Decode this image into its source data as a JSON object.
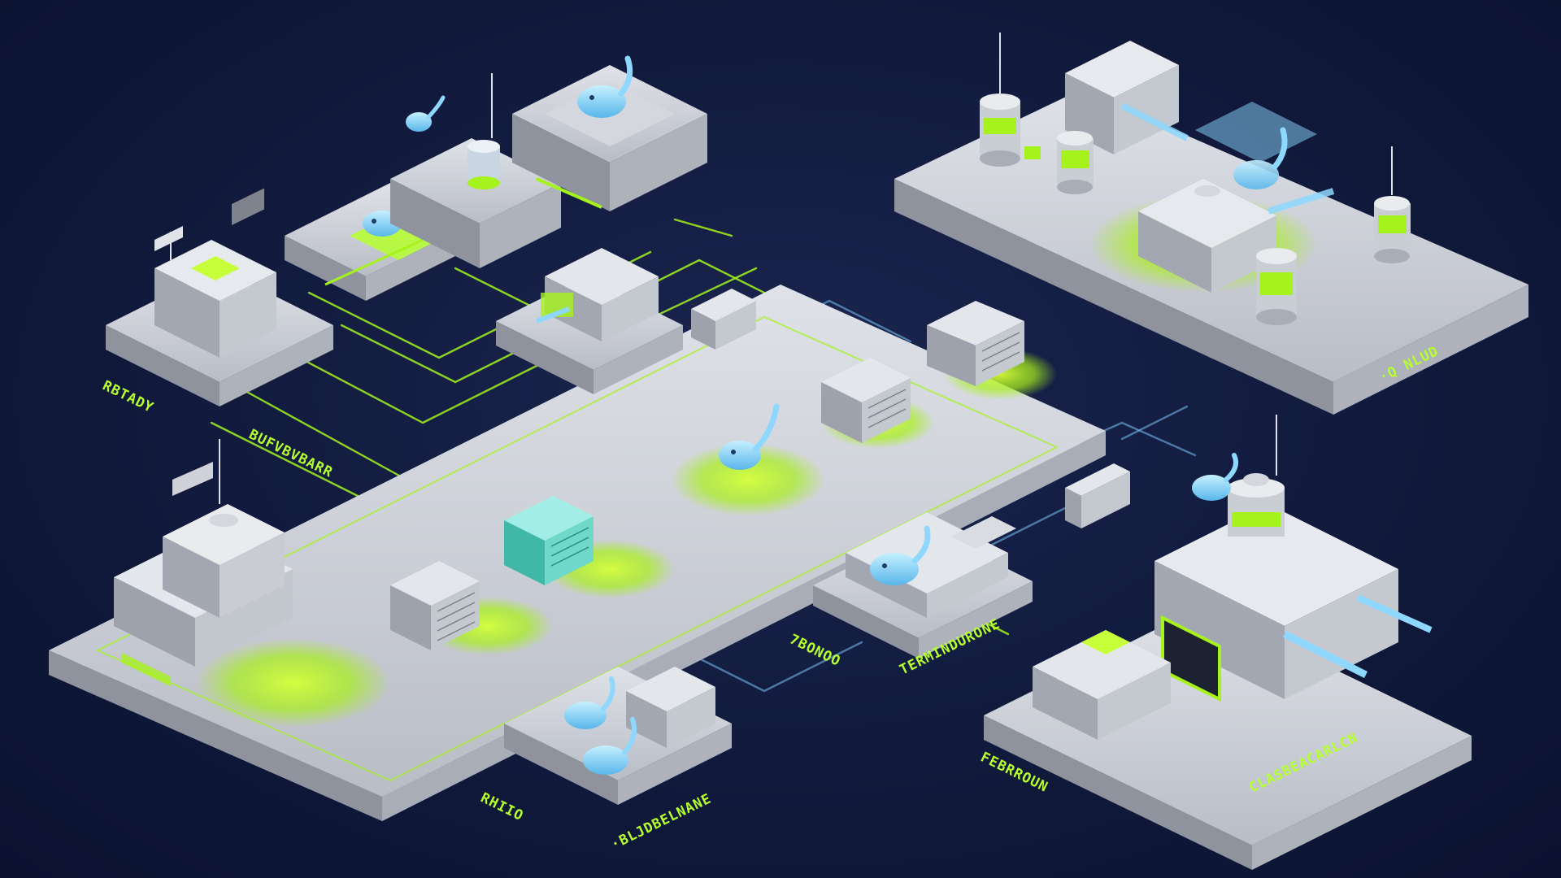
{
  "labels": {
    "ready": "RBTADY",
    "buffer": "BUFVBVBARR",
    "cloud": "·Q NLUD",
    "zeroes": "7BONOO",
    "terminal": "TERMINDURONE",
    "rhino": "RHIIO",
    "pipeline": "·BLJDBELNANE",
    "fabric": "FEBRROUN",
    "classification": "CLASBEACARLCN"
  },
  "colors": {
    "background": "#111a3c",
    "accent_green": "#b6ff2e",
    "whale_blue": "#8ed8ff",
    "platform_gray": "#c9ccd3"
  },
  "icons": [
    "whale-icon",
    "server-rack-icon",
    "antenna-icon",
    "cylinder-tank-icon",
    "pipe-icon"
  ]
}
